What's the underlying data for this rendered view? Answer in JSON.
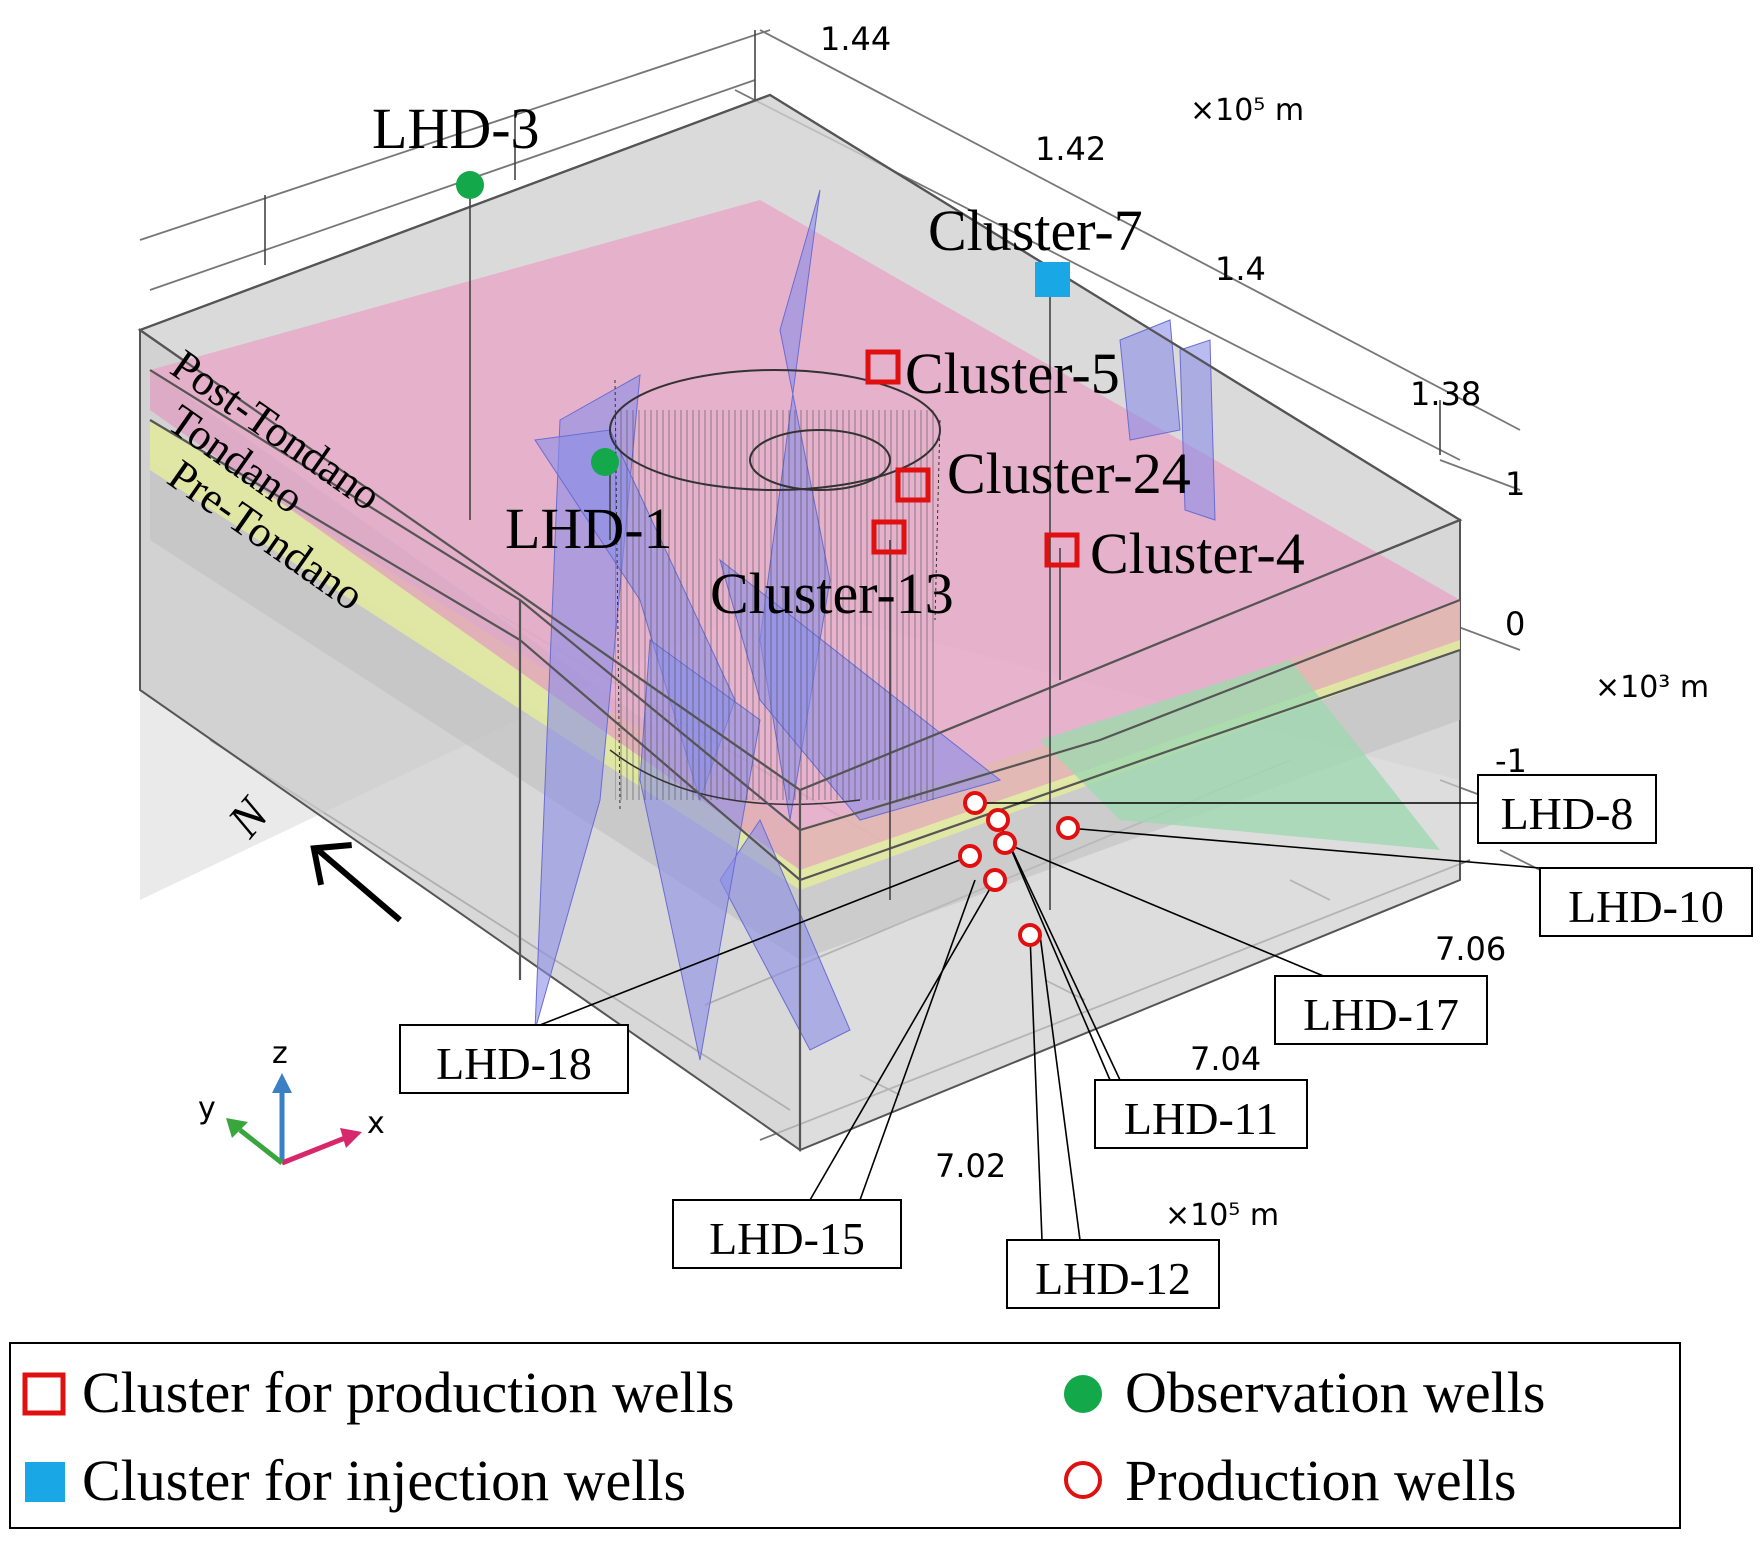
{
  "colors": {
    "post_tondano": "#e8a3c5",
    "tondano": "#e3ea9c",
    "pre_tondano": "#c8c8c8",
    "fault_planes": "#8b8ee8",
    "green_fault": "#9fd8b0",
    "production_cluster": "#e01010",
    "injection_cluster": "#1aa7e6",
    "observation_well": "#13a84a",
    "production_well": "#e01010",
    "x_axis": "#d6286a",
    "y_axis": "#39a63d",
    "z_axis": "#3b7fc4"
  },
  "axes": {
    "y_ticks": [
      "1.44",
      "1.42",
      "1.4",
      "1.38"
    ],
    "y_unit": "×10⁵ m",
    "z_ticks": [
      "1",
      "0",
      "-1"
    ],
    "z_unit": "×10³ m",
    "x_ticks": [
      "7.06",
      "7.04",
      "7.02"
    ],
    "x_unit": "×10⁵ m"
  },
  "layers": [
    "Post-Tondano",
    "Tondano",
    "Pre-Tondano"
  ],
  "clusters": {
    "injection": [
      {
        "label": "Cluster-7"
      }
    ],
    "production": [
      {
        "label": "Cluster-5"
      },
      {
        "label": "Cluster-24"
      },
      {
        "label": "Cluster-13"
      },
      {
        "label": "Cluster-4"
      }
    ]
  },
  "observation_wells": [
    {
      "label": "LHD-3"
    },
    {
      "label": "LHD-1"
    }
  ],
  "production_wells": [
    {
      "label": "LHD-8"
    },
    {
      "label": "LHD-10"
    },
    {
      "label": "LHD-17"
    },
    {
      "label": "LHD-18"
    },
    {
      "label": "LHD-11"
    },
    {
      "label": "LHD-15"
    },
    {
      "label": "LHD-12"
    }
  ],
  "north_label": "N",
  "triad": {
    "x": "x",
    "y": "y",
    "z": "z"
  },
  "legend": {
    "production_cluster": "Cluster for production wells",
    "injection_cluster": "Cluster for injection wells",
    "observation": "Observation wells",
    "production": "Production wells"
  }
}
